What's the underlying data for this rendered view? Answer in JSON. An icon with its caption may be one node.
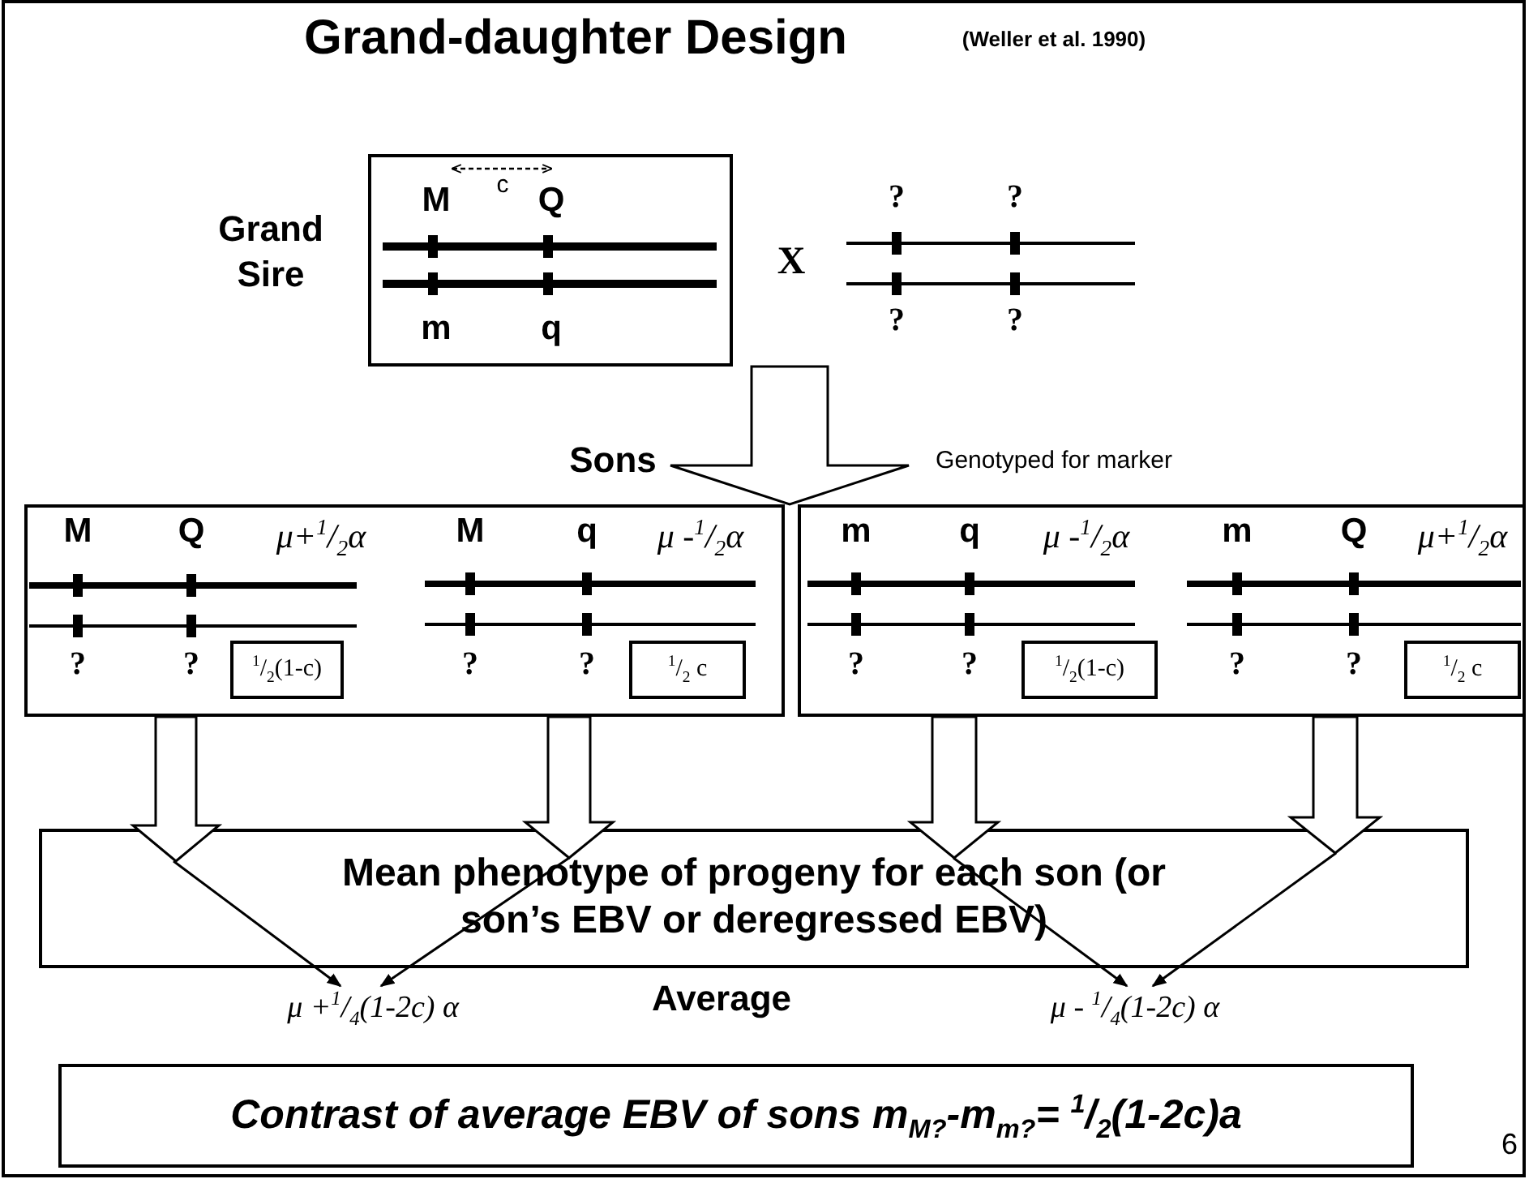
{
  "diagram": {
    "nodes": [
      {
        "text": [
          "Grand Sire",
          "M",
          "c",
          "Q",
          "m",
          "q"
        ]
      },
      {
        "text": [],
        "shape": "box"
      },
      {
        "text": [
          "$^{1}$/$_{2}$(1-c)"
        ],
        "in": 1
      },
      {
        "text": [
          "$^{1}$/$_{2}$ c"
        ],
        "in": 1
      },
      {
        "text": [],
        "shape": "box"
      },
      {
        "text": [
          "$^{1}$/$_{2}$(1-c)"
        ],
        "in": 4
      },
      {
        "text": [
          "$^{1}$/$_{2}$ c"
        ],
        "in": 4
      },
      {
        "text": [
          "Mean phenotype of progeny for each son (or son’s EBV or deregressed EBV)"
        ]
      },
      {
        "text": [
          "μ +$^{1}$/$_{4}$(1-2c) α"
        ]
      },
      {
        "text": [
          "μ - $^{1}$/$_{4}$(1-2c) α"
        ]
      },
      {
        "text": [
          "Contrast of average EBV of sons  m$_{M?}$-m$_{m?}$=  $^{1}$/$_{2}$(1-2c)a"
        ]
      }
    ],
    "edges": [
      {
        "from": 0,
        "to": 1,
        "arrow": "to",
        "style": "thick"
      },
      {
        "from": 0,
        "to": 4,
        "arrow": "to",
        "style": "thick"
      },
      {
        "from": 1,
        "to": 7,
        "arrow": "to",
        "style": "thick"
      },
      {
        "from": 1,
        "to": 7,
        "arrow": "to",
        "style": "thick"
      },
      {
        "from": 4,
        "to": 7,
        "arrow": "to",
        "style": "thick"
      },
      {
        "from": 4,
        "to": 7,
        "arrow": "to",
        "style": "thick"
      },
      {
        "from": 7,
        "to": 8,
        "arrow": "to"
      },
      {
        "from": 7,
        "to": 8,
        "arrow": "to"
      },
      {
        "from": 7,
        "to": 9,
        "arrow": "to"
      },
      {
        "from": 7,
        "to": 9,
        "arrow": "to"
      }
    ],
    "labels": [
      "Grand-daughter Design",
      "(Weller et al. 1990)",
      "?",
      "?",
      "X",
      "?",
      "?",
      "Sons",
      "Genotyped for marker",
      "M",
      "Q",
      "μ+$^{1}$/$_{2}$α",
      "M",
      "q",
      "μ -$^{1}$/$_{2}$α",
      "m",
      "q",
      "μ -$^{1}$/$_{2}$α",
      "m",
      "Q",
      "μ+$^{1}$/$_{2}$α",
      "?",
      "?",
      "?",
      "?",
      "?",
      "?",
      "?",
      "?",
      "Average",
      "6"
    ]
  }
}
